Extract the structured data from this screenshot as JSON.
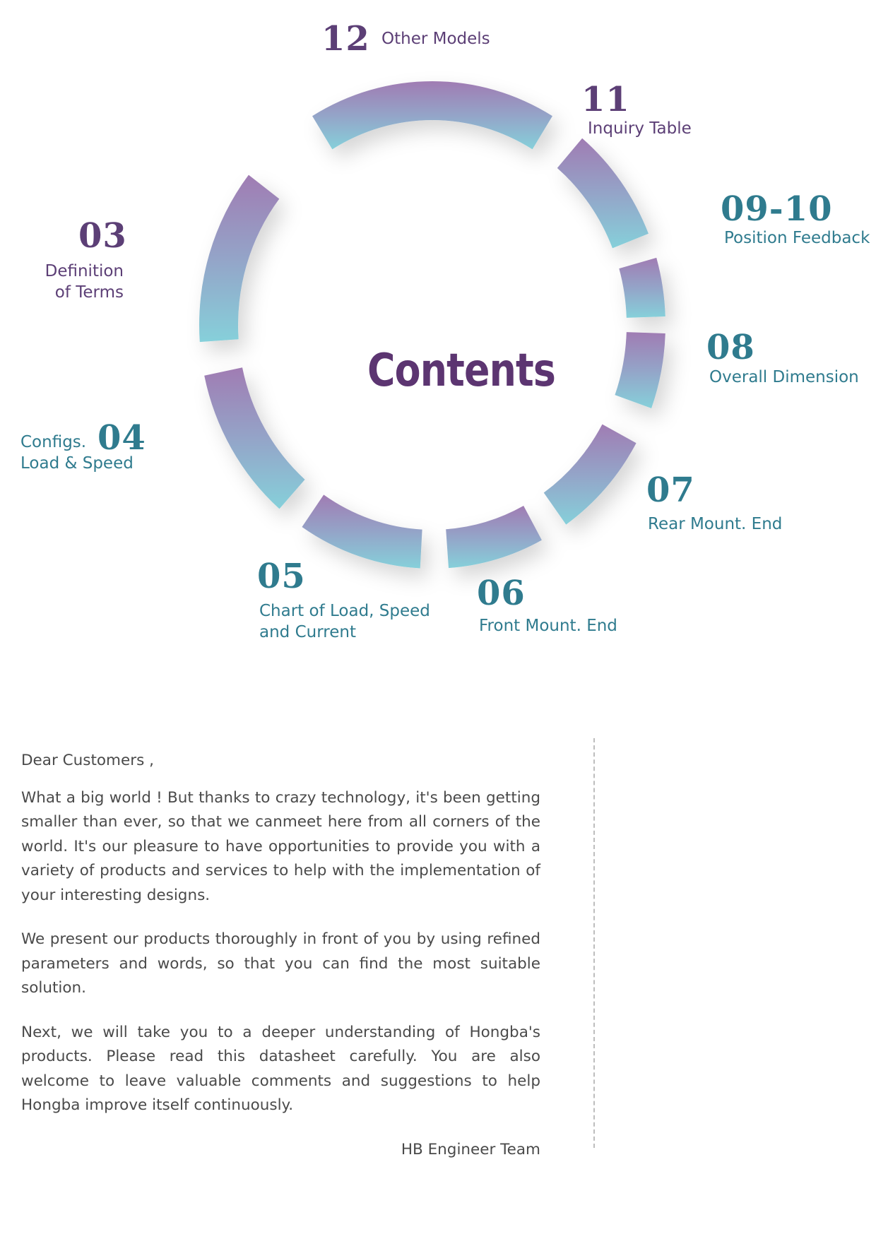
{
  "contents": {
    "title": "Contents",
    "items": [
      {
        "num": "12",
        "label": "Other Models"
      },
      {
        "num": "11",
        "label": "Inquiry Table"
      },
      {
        "num": "09-10",
        "label": "Position Feedback"
      },
      {
        "num": "08",
        "label": "Overall Dimension"
      },
      {
        "num": "07",
        "label": "Rear Mount. End"
      },
      {
        "num": "06",
        "label": "Front Mount. End"
      },
      {
        "num": "05",
        "label_line1": "Chart of Load, Speed",
        "label_line2": "and Current"
      },
      {
        "num": "04",
        "label_line1": "Configs.",
        "label_line2": "Load & Speed"
      },
      {
        "num": "03",
        "label_line1": "Definition",
        "label_line2": "of Terms"
      }
    ]
  },
  "colors": {
    "purple": "#5c3f76",
    "teal": "#2f7b8e",
    "ring_top": "#a07cb3",
    "ring_bottom": "#86d0da"
  },
  "letter": {
    "greeting": "Dear Customers ,",
    "paragraphs": [
      "What a big world ! But thanks to crazy technology, it's been getting smaller than ever, so that we canmeet here from all corners of the world. It's our pleasure to have opportunities to provide you with a variety of products and services to help with the implementation of your interesting designs.",
      "We present our products thoroughly in front of you by using refined parameters and words, so that you can find the most suitable solution.",
      "Next, we will take you to a deeper understanding of Hongba's products. Please read this datasheet carefully. You are also welcome to leave valuable comments and suggestions to help Hongba improve itself continuously."
    ],
    "signature": "HB Engineer Team"
  }
}
